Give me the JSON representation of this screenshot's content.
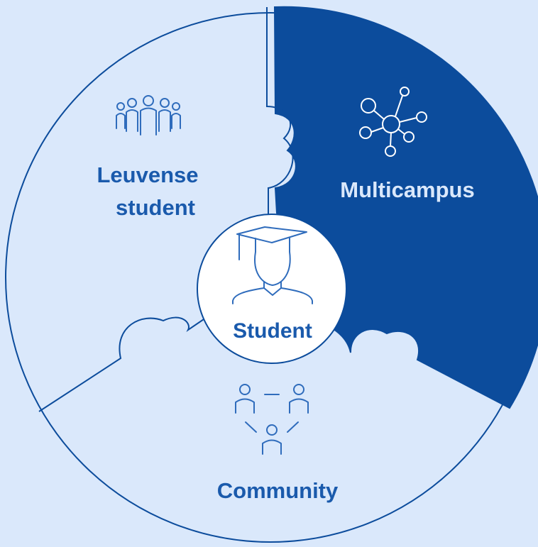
{
  "segments": {
    "leuvense": {
      "line1": "Leuvense",
      "line2": "student",
      "icon": "crowd-of-people-icon"
    },
    "multicampus": {
      "label": "Multicampus",
      "icon": "network-hub-icon"
    },
    "community": {
      "label": "Community",
      "icon": "connected-people-icon"
    }
  },
  "center": {
    "label": "Student",
    "icon": "graduate-icon"
  },
  "colors": {
    "background": "#dae8fb",
    "light_segment": "#dae8fb",
    "dark_segment": "#0c4c9c",
    "outline": "#0c4c9c",
    "light_text": "#1a5aac",
    "dark_text": "#dae8fb",
    "icon_on_light": "#2f6cbc",
    "icon_on_dark": "#ffffff",
    "center_fill": "#ffffff"
  }
}
